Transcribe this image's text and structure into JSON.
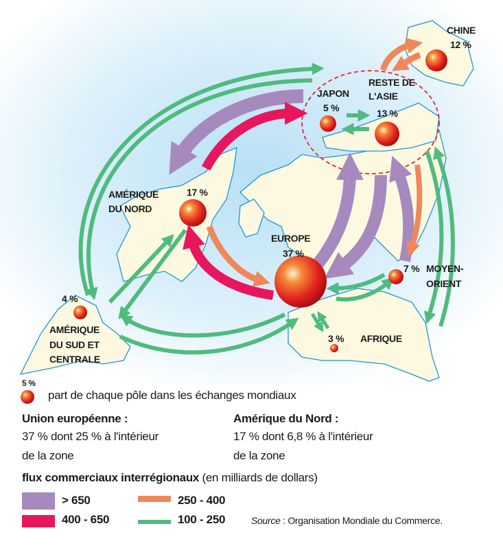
{
  "poles": {
    "chine": {
      "name": "CHINE",
      "share": "12 %"
    },
    "reste_asie": {
      "name_line1": "RESTE DE",
      "name_line2": "L'ASIE",
      "share": "13 %"
    },
    "japon": {
      "name": "JAPON",
      "share": "5 %"
    },
    "amerique_nord": {
      "name_line1": "AMÉRIQUE",
      "name_line2": "DU NORD",
      "share": "17 %"
    },
    "europe": {
      "name": "EUROPE",
      "share": "37 %"
    },
    "moyen_orient": {
      "name_line1": "MOYEN-",
      "name_line2": "ORIENT",
      "share": "7 %"
    },
    "amerique_sud": {
      "name_line1": "AMÉRIQUE",
      "name_line2": "DU SUD ET",
      "name_line3": "CENTRALE",
      "share": "4 %"
    },
    "afrique": {
      "name": "AFRIQUE",
      "share": "3 %"
    }
  },
  "flows": [
    {
      "from": "Europe",
      "to": "Reste de l'Asie",
      "category": "> 650"
    },
    {
      "from": "Reste de l'Asie",
      "to": "Europe",
      "category": "> 650"
    },
    {
      "from": "Japon",
      "to": "Amérique du Nord",
      "category": "> 650"
    },
    {
      "from": "Amérique du Nord",
      "to": "Japon",
      "category": "400 - 650"
    },
    {
      "from": "Europe",
      "to": "Amérique du Nord",
      "category": "400 - 650"
    },
    {
      "from": "Amérique du Nord",
      "to": "Europe",
      "category": "250 - 400"
    },
    {
      "from": "Reste de l'Asie",
      "to": "Moyen-Orient",
      "category": "250 - 400"
    },
    {
      "from": "Chine",
      "to": "Reste de l'Asie",
      "category": "250 - 400"
    },
    {
      "from": "Reste de l'Asie",
      "to": "Chine",
      "category": "250 - 400"
    },
    {
      "from": "Amérique du Sud et Centrale",
      "to": "Japon",
      "category": "100 - 250"
    },
    {
      "from": "Japon",
      "to": "Amérique du Sud et Centrale",
      "category": "100 - 250"
    },
    {
      "from": "Amérique du Nord",
      "to": "Amérique du Sud et Centrale",
      "category": "100 - 250"
    },
    {
      "from": "Amérique du Sud et Centrale",
      "to": "Amérique du Nord",
      "category": "100 - 250"
    },
    {
      "from": "Europe",
      "to": "Amérique du Sud et Centrale",
      "category": "100 - 250"
    },
    {
      "from": "Amérique du Sud et Centrale",
      "to": "Europe",
      "category": "100 - 250"
    },
    {
      "from": "Europe",
      "to": "Moyen-Orient",
      "category": "100 - 250"
    },
    {
      "from": "Moyen-Orient",
      "to": "Europe",
      "category": "100 - 250"
    },
    {
      "from": "Europe",
      "to": "Afrique",
      "category": "100 - 250"
    },
    {
      "from": "Afrique",
      "to": "Europe",
      "category": "100 - 250"
    },
    {
      "from": "Japon",
      "to": "Reste de l'Asie",
      "category": "100 - 250"
    },
    {
      "from": "Reste de l'Asie",
      "to": "Japon",
      "category": "100 - 250"
    },
    {
      "from": "Reste de l'Asie",
      "to": "Afrique",
      "category": "100 - 250"
    },
    {
      "from": "Afrique",
      "to": "Reste de l'Asie",
      "category": "100 - 250"
    }
  ],
  "legend": {
    "sphere_example": "5 %",
    "sphere_caption": "part de chaque pôle dans les échanges mondiaux",
    "ue_title": "Union européenne :",
    "ue_line1": "37 % dont 25 % à l'intérieur",
    "ue_line2": "de la zone",
    "an_title": "Amérique du Nord :",
    "an_line1": "17 % dont 6,8 % à l'intérieur",
    "an_line2": "de la zone",
    "flux_title": "flux commerciaux interrégionaux",
    "flux_unit": "(en milliards de dollars)",
    "classes": [
      {
        "label": "> 650",
        "color": "#a689bd"
      },
      {
        "label": "400 - 650",
        "color": "#e8175d"
      },
      {
        "label": "250 - 400",
        "color": "#f0875a"
      },
      {
        "label": "100 - 250",
        "color": "#4fbb7e"
      }
    ],
    "source_label": "Source",
    "source_text": " : Organisation Mondiale du Commerce."
  },
  "colors": {
    "land": "#fdf9e1",
    "coast": "#1e96d8",
    "sea": "#cfe9f7",
    "asia_zone": "#e0262e"
  }
}
